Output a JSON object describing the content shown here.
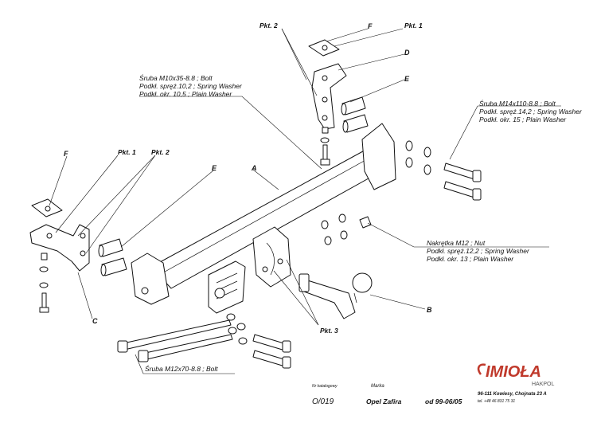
{
  "callouts": {
    "bolt_m10": [
      "Śruba M10x35-8.8 ;  Bolt",
      "Podkł. spręż.10,2 ; Spring Washer",
      "Podkł. okr. 10,5 ; Plain Washer"
    ],
    "bolt_m14": [
      "Śruba M14x110-8.8 ;  Bolt",
      "Podkł. spręż.14,2 ; Spring Washer",
      "Podkł. okr. 15 ; Plain Washer"
    ],
    "nut_m12": [
      "Nakrętka  M12 ; Nut",
      "Podkł. spręż.12,2 ; Spring Washer",
      "Podkł. okr. 13 ; Plain Washer"
    ],
    "bolt_m12": "Śruba M12x70-8.8 ;  Bolt"
  },
  "labels": {
    "pkt1": "Pkt. 1",
    "pkt2": "Pkt. 2",
    "pkt3": "Pkt. 3",
    "A": "A",
    "B": "B",
    "C": "C",
    "D": "D",
    "E": "E",
    "F": "F"
  },
  "title_block": {
    "nr_label": "Nr katalogowy",
    "nr_value": "O/019",
    "marka_label": "Marka",
    "marka_value": "Opel Zafira",
    "years": "od  99-06/05"
  },
  "company": {
    "logo": "IMIOŁA",
    "sub": "HAKPOL",
    "address": "96-111 Kowiesy, Chojnata 23 A",
    "phone": "tel. +48 46 831 75 31"
  }
}
